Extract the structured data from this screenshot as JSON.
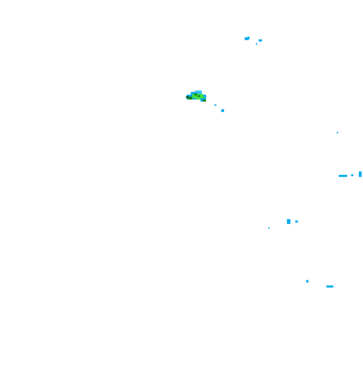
{
  "palette": {
    "background": "#ffffff",
    "light_rain": "#00a8f0",
    "light_rain_alt": "#33c0ff",
    "moderate_rain": "#3fe03f",
    "heavy_rain": "#108010",
    "core": "#0a5a2a"
  },
  "echoes": [
    {
      "name": "echo-cell-ne-1",
      "level": "light_rain"
    },
    {
      "name": "echo-cell-ne-2",
      "level": "light_rain"
    },
    {
      "name": "echo-cell-ne-3",
      "level": "light_rain_alt"
    },
    {
      "name": "echo-storm-core",
      "level": "moderate_rain"
    },
    {
      "name": "echo-storm-tail-1",
      "level": "light_rain"
    },
    {
      "name": "echo-storm-tail-2",
      "level": "light_rain"
    },
    {
      "name": "echo-east-dot",
      "level": "light_rain"
    },
    {
      "name": "echo-east-edge-1",
      "level": "light_rain"
    },
    {
      "name": "echo-east-edge-2",
      "level": "light_rain"
    },
    {
      "name": "echo-mid-cell-1",
      "level": "light_rain"
    },
    {
      "name": "echo-mid-cell-2",
      "level": "light_rain"
    },
    {
      "name": "echo-mid-cell-3",
      "level": "light_rain"
    },
    {
      "name": "echo-se-cell-1",
      "level": "light_rain"
    },
    {
      "name": "echo-se-cell-2",
      "level": "light_rain"
    }
  ]
}
